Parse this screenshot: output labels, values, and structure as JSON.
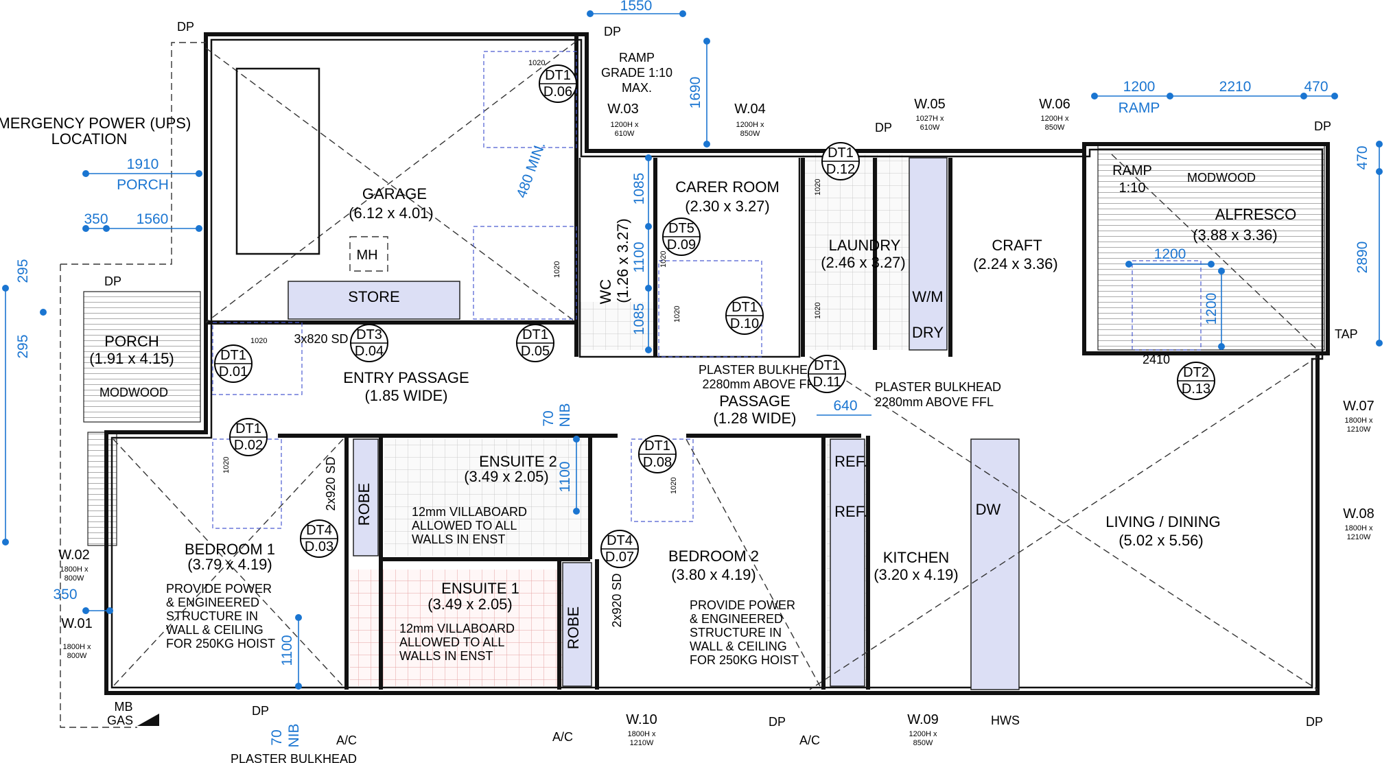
{
  "rooms": {
    "garage": {
      "name": "GARAGE",
      "size": "(6.12 x 4.01)"
    },
    "store": "STORE",
    "mh": "MH",
    "porch": {
      "name": "PORCH",
      "size": "(1.91 x 4.15)"
    },
    "modwood_porch": "MODWOOD",
    "entry": {
      "name": "ENTRY PASSAGE",
      "size": "(1.85 WIDE)"
    },
    "wc": {
      "name": "WC",
      "size": "(1.26 x 3.27)"
    },
    "carer": {
      "name": "CARER ROOM",
      "size": "(2.30 x 3.27)"
    },
    "laundry": {
      "name": "LAUNDRY",
      "size": "(2.46 x 3.27)"
    },
    "wm": "W/M",
    "dry": "DRY",
    "craft": {
      "name": "CRAFT",
      "size": "(2.24 x 3.36)"
    },
    "alfresco": {
      "name": "ALFRESCO",
      "size": "(3.88 x 3.36)"
    },
    "modwood_alfresco": "MODWOOD",
    "ramp_alfresco": {
      "line1": "RAMP",
      "line2": "1:10"
    },
    "passage": {
      "name": "PASSAGE",
      "size": "(1.28 WIDE)"
    },
    "ensuite2": {
      "name": "ENSUITE 2",
      "size": "(3.49 x 2.05)",
      "note": [
        "12mm VILLABOARD",
        "ALLOWED TO ALL",
        "WALLS IN ENST"
      ]
    },
    "ensuite1": {
      "name": "ENSUITE 1",
      "size": "(3.49 x 2.05)",
      "note": [
        "12mm VILLABOARD",
        "ALLOWED TO ALL",
        "WALLS IN ENST"
      ]
    },
    "robe": "ROBE",
    "bedroom1": {
      "name": "BEDROOM 1",
      "size": "(3.79 x 4.19)",
      "note": [
        "PROVIDE POWER",
        "& ENGINEERED",
        "STRUCTURE IN",
        "WALL & CEILING",
        "FOR 250KG HOIST"
      ]
    },
    "bedroom2": {
      "name": "BEDROOM 2",
      "size": "(3.80 x 4.19)",
      "note": [
        "PROVIDE POWER",
        "& ENGINEERED",
        "STRUCTURE IN",
        "WALL & CEILING",
        "FOR 250KG HOIST"
      ]
    },
    "kitchen": {
      "name": "KITCHEN",
      "size": "(3.20 x 4.19)"
    },
    "ref": "REF.",
    "dw": "DW",
    "living": {
      "name": "LIVING / DINING",
      "size": "(5.02 x 5.56)"
    }
  },
  "notes": {
    "emergency": [
      "EMERGENCY POWER (UPS)",
      "LOCATION"
    ],
    "ramp_grade": [
      "RAMP",
      "GRADE 1:10",
      "MAX."
    ],
    "bulkhead1": [
      "PLASTER BULKHEAD",
      "2280mm ABOVE FFL"
    ],
    "bulkhead2": [
      "PLASTER BULKHEAD",
      "2280mm ABOVE FFL"
    ],
    "bulkhead3": "PLASTER BULKHEAD",
    "sliding": "3x820 SD",
    "sd_robe1": "2x920 SD",
    "sd_robe2": "2x920 SD",
    "min480": "480 MIN.",
    "tap": "TAP",
    "mb_gas": [
      "MB",
      "GAS"
    ],
    "hws": "HWS",
    "ac": "A/C",
    "dp": "DP",
    "door_width": "1020",
    "alf_door": "2410"
  },
  "doors": [
    {
      "code": "DT1",
      "ref": "D.06"
    },
    {
      "code": "DT1",
      "ref": "D.12"
    },
    {
      "code": "DT5",
      "ref": "D.09"
    },
    {
      "code": "DT1",
      "ref": "D.10"
    },
    {
      "code": "DT3",
      "ref": "D.04"
    },
    {
      "code": "DT1",
      "ref": "D.01"
    },
    {
      "code": "DT1",
      "ref": "D.05"
    },
    {
      "code": "DT1",
      "ref": "D.11"
    },
    {
      "code": "DT1",
      "ref": "D.02"
    },
    {
      "code": "DT1",
      "ref": "D.08"
    },
    {
      "code": "DT4",
      "ref": "D.03"
    },
    {
      "code": "DT4",
      "ref": "D.07"
    },
    {
      "code": "DT2",
      "ref": "D.13"
    }
  ],
  "windows": [
    {
      "id": "W.03",
      "spec": [
        "1200H x",
        "610W"
      ]
    },
    {
      "id": "W.04",
      "spec": [
        "1200H x",
        "850W"
      ]
    },
    {
      "id": "W.05",
      "spec": [
        "1027H x",
        "610W"
      ]
    },
    {
      "id": "W.06",
      "spec": [
        "1200H x",
        "850W"
      ]
    },
    {
      "id": "W.07",
      "spec": [
        "1800H x",
        "1210W"
      ]
    },
    {
      "id": "W.08",
      "spec": [
        "1800H x",
        "1210W"
      ]
    },
    {
      "id": "W.02",
      "spec": [
        "1800H x",
        "800W"
      ]
    },
    {
      "id": "W.01",
      "spec": [
        "1800H x",
        "800W"
      ]
    },
    {
      "id": "W.10",
      "spec": [
        "1800H x",
        "1210W"
      ]
    },
    {
      "id": "W.09",
      "spec": [
        "1200H x",
        "850W"
      ]
    }
  ],
  "dims": {
    "d1550": "1550",
    "d1690": "1690",
    "d1200a": "1200",
    "d2210": "2210",
    "d470a": "470",
    "ramp": "RAMP",
    "d470b": "470",
    "d2890": "2890",
    "d1910": "1910",
    "porch": "PORCH",
    "d350a": "350",
    "d1560": "1560",
    "d295a": "295",
    "d295b": "295",
    "d1085a": "1085",
    "d1100a": "1100",
    "d1085b": "1085",
    "d1200b": "1200",
    "d1200c": "1200",
    "d640": "640",
    "d70a": "70",
    "nib_a": "NIB",
    "d1100b": "1100",
    "d350b": "350",
    "d1100c": "1100",
    "d70b": "70",
    "nib_b": "NIB"
  }
}
